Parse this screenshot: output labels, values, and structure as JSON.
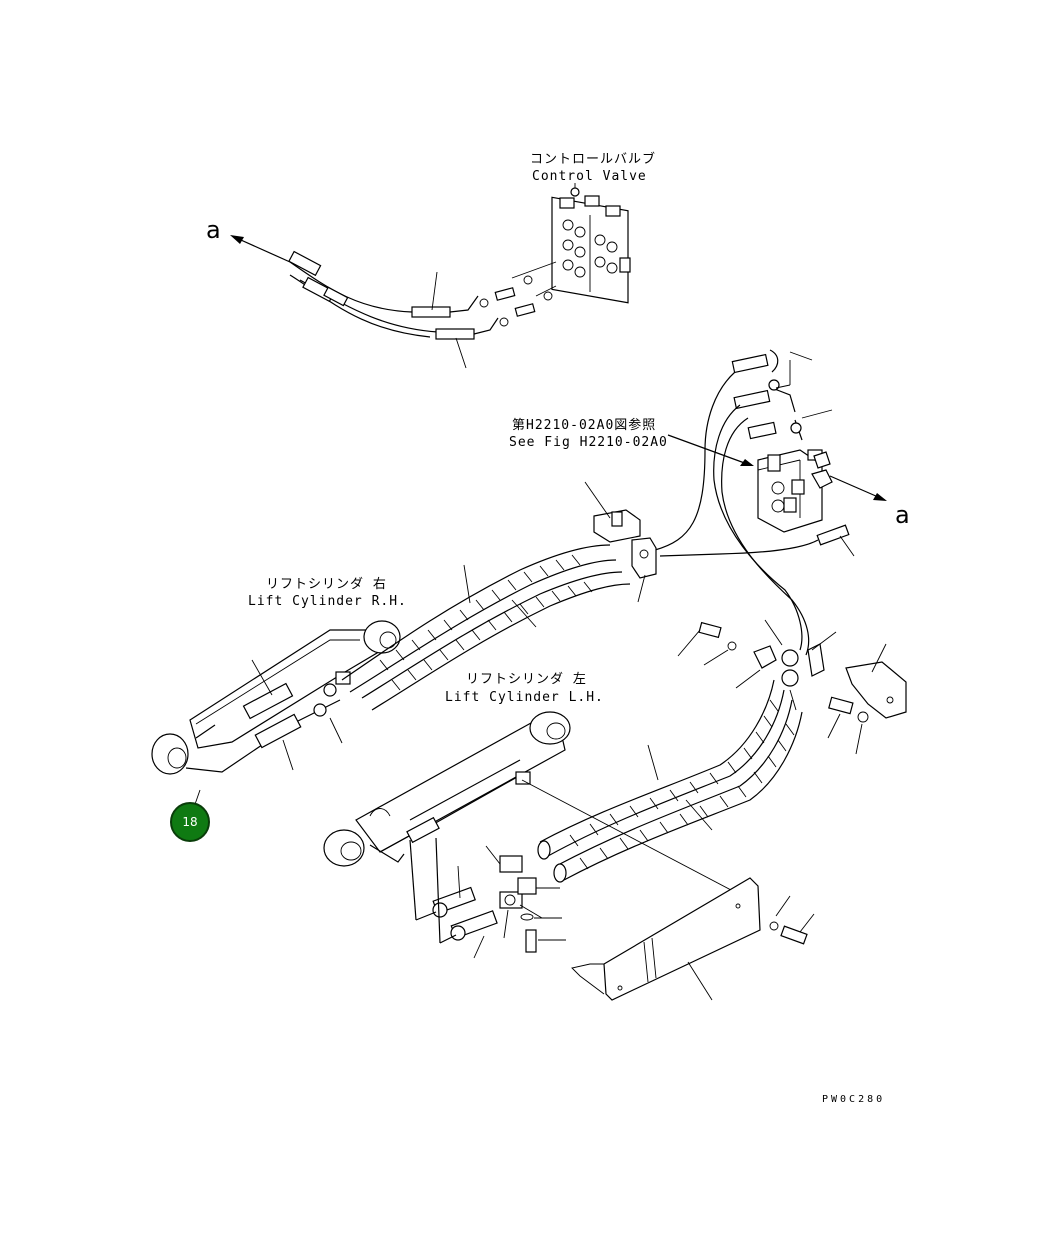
{
  "labels": {
    "control_valve_jp": "コントロールバルブ",
    "control_valve_en": "Control Valve",
    "see_fig_jp": "第H2210-02A0図参照",
    "see_fig_en": "See Fig H2210-02A0",
    "lift_rh_jp": "リフトシリンダ 右",
    "lift_rh_en": "Lift Cylinder R.H.",
    "lift_lh_jp": "リフトシリンダ 左",
    "lift_lh_en": "Lift Cylinder L.H.",
    "connector_a_left": "a",
    "connector_a_right": "a",
    "drawing_code": "PW0C280"
  },
  "callouts": [
    {
      "label": "18",
      "color": "#0f7a12"
    }
  ]
}
